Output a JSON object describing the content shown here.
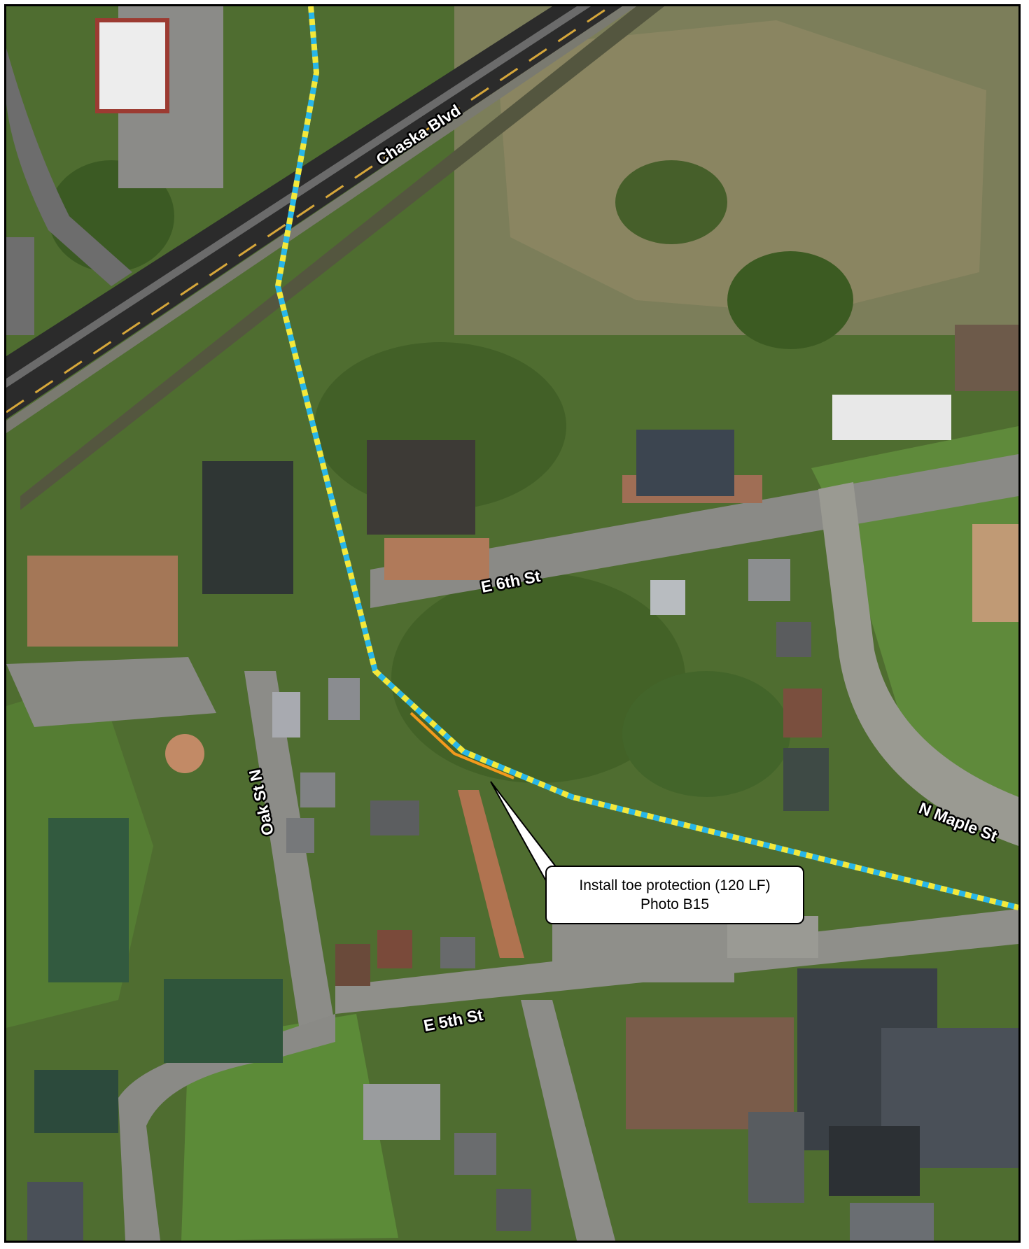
{
  "streets": {
    "chaska_blvd": "Chaska Blvd",
    "e_6th_st": "E 6th St",
    "e_5th_st": "E 5th St",
    "oak_st_n": "Oak St N",
    "n_maple_st": "N Maple St"
  },
  "callout": {
    "line1": "Install toe protection (120 LF)",
    "line2": "Photo B15"
  },
  "colors": {
    "route_blue": "#29b6e8",
    "route_yellow": "#f4e83a",
    "toe_protection": "#f39a1d"
  }
}
